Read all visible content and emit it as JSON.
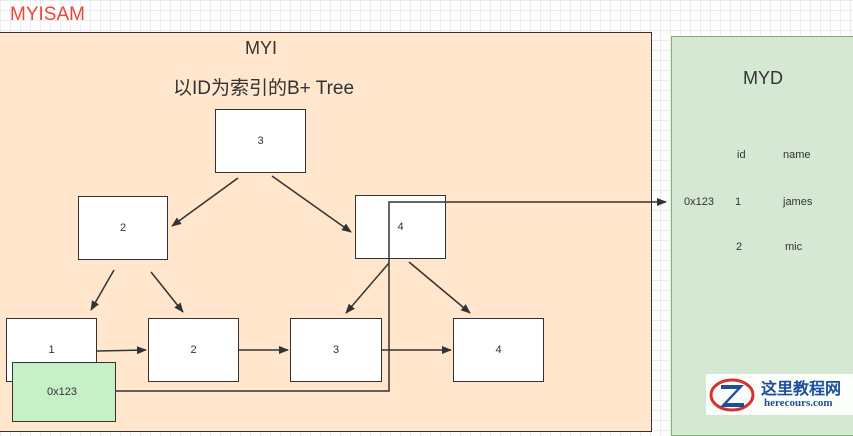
{
  "header": {
    "title": "MYISAM"
  },
  "myi": {
    "title": "MYI",
    "subtitle": "以ID为索引的B+ Tree",
    "nodes": {
      "root": "3",
      "left": "2",
      "right": "4",
      "leaf1": "1",
      "leaf2": "2",
      "leaf3": "3",
      "leaf4": "4"
    },
    "pointer": "0x123"
  },
  "myd": {
    "title": "MYD",
    "columns": {
      "id": "id",
      "name": "name"
    },
    "rows": [
      {
        "addr": "0x123",
        "id": "1",
        "name": "james"
      },
      {
        "id": "2",
        "name": "mic"
      }
    ]
  },
  "watermark": {
    "brand": "这里教程网",
    "url": "herecours.com"
  },
  "colors": {
    "title": "#e8483b",
    "myi_bg": "#ffe6cc",
    "myd_bg": "#d5e8d4",
    "pointer_bg": "#c6f0c6",
    "watermark": "#1d4e9e"
  }
}
